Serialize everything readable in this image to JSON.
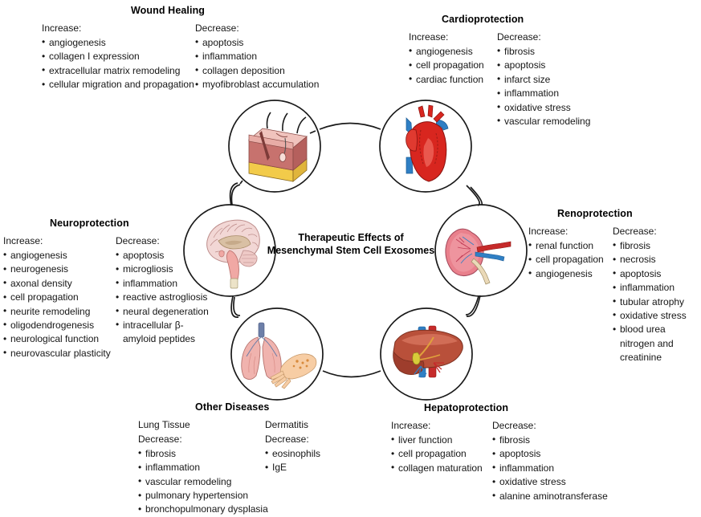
{
  "center": {
    "line1": "Therapeutic Effects of",
    "line2": "Mesenchymal Stem Cell Exosomes"
  },
  "sections": [
    {
      "id": "wound-healing",
      "title": "Wound Healing",
      "columns": [
        {
          "lead": "Increase:",
          "items": [
            "angiogenesis",
            "collagen I expression",
            "extracellular matrix remodeling",
            "cellular migration and propagation"
          ]
        },
        {
          "lead": "Decrease:",
          "items": [
            "apoptosis",
            "inflammation",
            "collagen deposition",
            "myofibroblast accumulation"
          ]
        }
      ],
      "icon": "skin-wound-icon"
    },
    {
      "id": "cardioprotection",
      "title": "Cardioprotection",
      "columns": [
        {
          "lead": "Increase:",
          "items": [
            "angiogenesis",
            "cell propagation",
            "cardiac function"
          ]
        },
        {
          "lead": "Decrease:",
          "items": [
            "fibrosis",
            "apoptosis",
            "infarct size",
            "inflammation",
            "oxidative stress",
            "vascular remodeling"
          ]
        }
      ],
      "icon": "heart-icon"
    },
    {
      "id": "renoprotection",
      "title": "Renoprotection",
      "columns": [
        {
          "lead": "Increase:",
          "items": [
            "renal function",
            "cell propagation",
            "angiogenesis"
          ]
        },
        {
          "lead": "Decrease:",
          "items": [
            "fibrosis",
            "necrosis",
            "apoptosis",
            "inflammation",
            "tubular atrophy",
            "oxidative stress",
            "blood urea nitrogen and creatinine"
          ]
        }
      ],
      "icon": "kidney-icon"
    },
    {
      "id": "neuroprotection",
      "title": "Neuroprotection",
      "columns": [
        {
          "lead": "Increase:",
          "items": [
            "angiogenesis",
            "neurogenesis",
            "axonal density",
            "cell propagation",
            "neurite remodeling",
            "oligodendrogenesis",
            "neurological function",
            "neurovascular plasticity"
          ]
        },
        {
          "lead": "Decrease:",
          "items": [
            "apoptosis",
            "microgliosis",
            "inflammation",
            "reactive astrogliosis",
            "neural degeneration",
            "intracellular β-amyloid peptides"
          ]
        }
      ],
      "icon": "brain-icon"
    },
    {
      "id": "other-diseases",
      "title": "Other Diseases",
      "columns": [
        {
          "lead": "Lung Tissue",
          "lead2": "Decrease:",
          "items": [
            "fibrosis",
            "inflammation",
            "vascular remodeling",
            "pulmonary hypertension",
            "bronchopulmonary dysplasia"
          ]
        },
        {
          "lead": "Dermatitis",
          "lead2": "Decrease:",
          "items": [
            "eosinophils",
            "IgE"
          ]
        }
      ],
      "icon": "lungs-hand-icon"
    },
    {
      "id": "hepatoprotection",
      "title": "Hepatoprotection",
      "columns": [
        {
          "lead": "Increase:",
          "items": [
            "liver function",
            "cell propagation",
            "collagen maturation"
          ]
        },
        {
          "lead": "Decrease:",
          "items": [
            "fibrosis",
            "apoptosis",
            "inflammation",
            "oxidative stress",
            "alanine aminotransferase"
          ]
        }
      ],
      "icon": "liver-icon"
    }
  ],
  "colors": {
    "ring_stroke": "#1a1a1a",
    "text": "#161616",
    "heart_red": "#d8261f",
    "vein_blue": "#2f7fc4",
    "kidney_pink": "#e9808c",
    "liver_brown": "#b9503a",
    "skin_pink": "#d98b86",
    "fat_yellow": "#f2cb4a",
    "lung_pink": "#f0b3ae",
    "brain_pink": "#f2d7d5"
  }
}
